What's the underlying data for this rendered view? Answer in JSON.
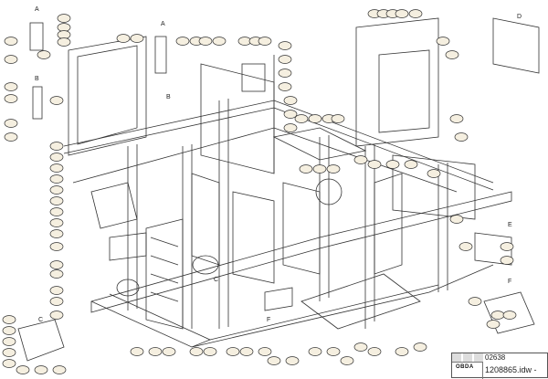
{
  "drawing": {
    "detail_labels": [
      "A",
      "B",
      "A",
      "B",
      "C",
      "D",
      "E",
      "F",
      "C",
      "F"
    ],
    "title_block": {
      "logo": "OBDA",
      "number": "02638",
      "file_name": "1208865.idw -"
    }
  },
  "colors": {
    "line": "#333333",
    "balloon_fill": "#f5efe0"
  }
}
